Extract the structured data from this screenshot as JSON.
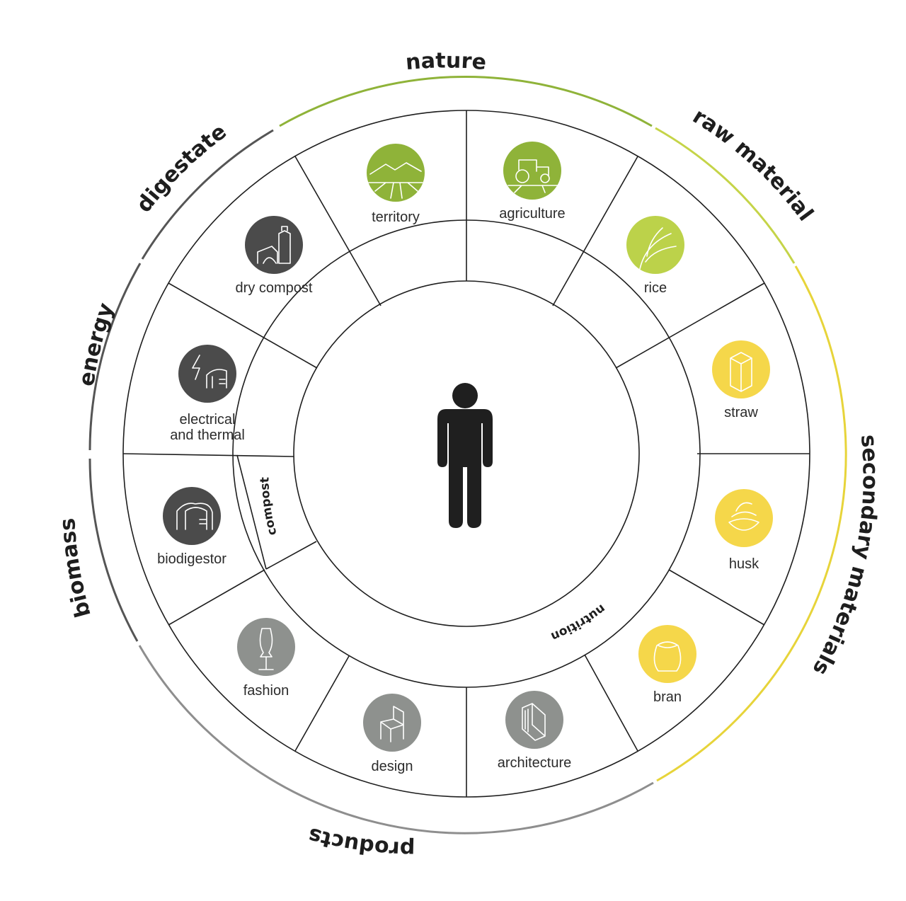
{
  "colors": {
    "green": "#8fb339",
    "light_green": "#bcd24a",
    "yellow": "#f5d74a",
    "dark_gray": "#4b4b4b",
    "mid_gray": "#8e918e",
    "outer_nature": "#8fb339",
    "outer_raw": "#c5d448",
    "outer_secondary": "#e7d43a",
    "outer_products": "#8e8e8e",
    "outer_biomass": "#555555",
    "figure": "#1f1f1f"
  },
  "outer_labels": {
    "nature": "nature",
    "raw_material": "raw material",
    "secondary_materials": "secondary materials",
    "products": "products",
    "biomass": "biomass",
    "energy": "energy",
    "digestate": "digestate"
  },
  "inner_labels": {
    "compost": "compost",
    "nutrition": "nutrition"
  },
  "segments": {
    "territory": {
      "label": "territory",
      "icon": "landscape-icon",
      "color": "green"
    },
    "agriculture": {
      "label": "agriculture",
      "icon": "tractor-icon",
      "color": "green"
    },
    "rice": {
      "label": "rice",
      "icon": "rice-plant-icon",
      "color": "light_green"
    },
    "straw": {
      "label": "straw",
      "icon": "straw-bale-icon",
      "color": "yellow"
    },
    "husk": {
      "label": "husk",
      "icon": "husk-icon",
      "color": "yellow"
    },
    "bran": {
      "label": "bran",
      "icon": "bran-sack-icon",
      "color": "yellow"
    },
    "architecture": {
      "label": "architecture",
      "icon": "building-icon",
      "color": "mid_gray"
    },
    "design": {
      "label": "design",
      "icon": "chair-icon",
      "color": "mid_gray"
    },
    "fashion": {
      "label": "fashion",
      "icon": "mannequin-icon",
      "color": "mid_gray"
    },
    "biodigestor": {
      "label": "biodigestor",
      "icon": "biodigestor-icon",
      "color": "dark_gray"
    },
    "electrical": {
      "label_line1": "electrical",
      "label_line2": "and thermal",
      "icon": "power-plant-icon",
      "color": "dark_gray"
    },
    "dry_compost": {
      "label": "dry compost",
      "icon": "compost-silo-icon",
      "color": "dark_gray"
    }
  },
  "center": {
    "icon": "person-icon"
  }
}
